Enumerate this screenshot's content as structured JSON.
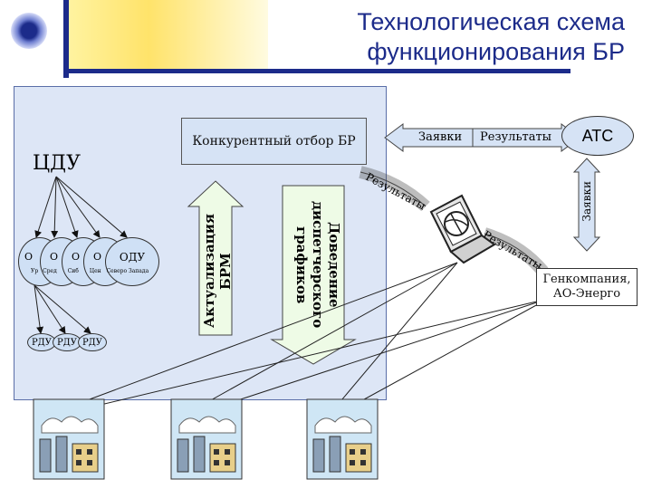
{
  "header": {
    "title_line1": "Технологическая схема",
    "title_line2": "функционирования БР"
  },
  "diagram": {
    "competitive_selection": "Конкурентный отбор БР",
    "cdu": "ЦДУ",
    "ats": "АТС",
    "requests_top": "Заявки",
    "results_top": "Результаты",
    "requests_side": "Заявки",
    "results_upper": "Результаты",
    "results_lower": "Результаты",
    "update_brm": "Актуализация БРМ",
    "dispatch_schedules": "Доведение диспетчерского графиков",
    "genco": "Генкомпания, АО-Энерго",
    "odu_front": "ОДУ",
    "odu_partial": [
      "О",
      "О",
      "О",
      "О"
    ],
    "odu_subtitles": [
      "Ур",
      "Сред",
      "Сиб",
      "Цен",
      "Северо Запада"
    ],
    "rdu": [
      "РДУ",
      "РДУ",
      "РДУ"
    ]
  },
  "colors": {
    "title": "#1c2b8a",
    "panel": "#dde6f6",
    "arrow_fill": "#eefbe6",
    "box_fill": "#d6e3f5",
    "ats_fill": "#d6e3f5"
  }
}
